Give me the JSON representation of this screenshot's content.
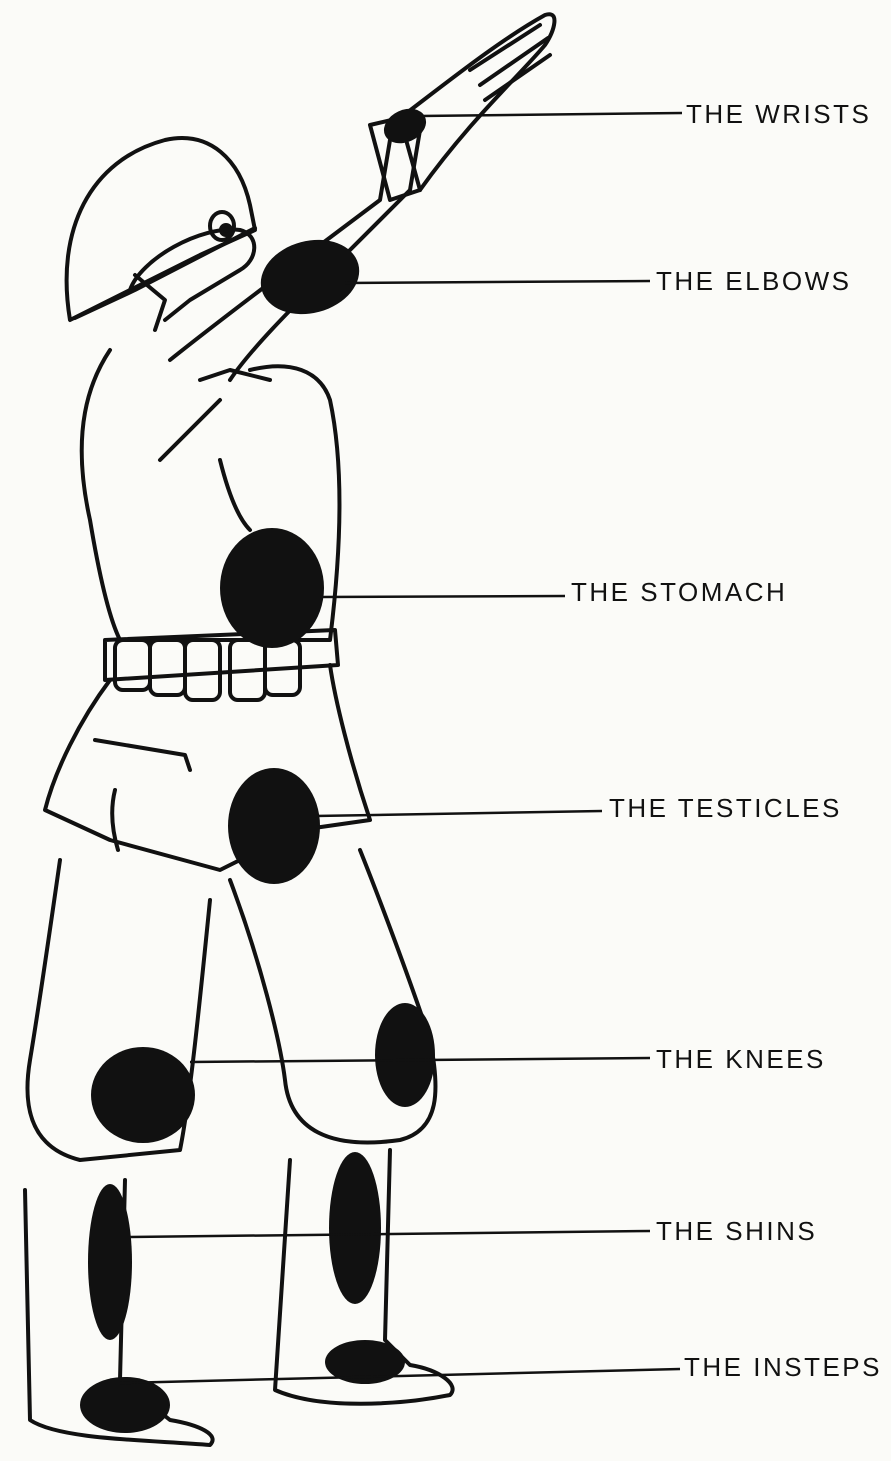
{
  "diagram": {
    "colors": {
      "ink": "#111111",
      "paper": "#fbfbf8"
    },
    "labels": {
      "wrists": "THE WRISTS",
      "elbows": "THE ELBOWS",
      "stomach": "THE STOMACH",
      "testicles": "THE TESTICLES",
      "knees": "THE KNEES",
      "shins": "THE SHINS",
      "insteps": "THE INSTEPS"
    }
  }
}
